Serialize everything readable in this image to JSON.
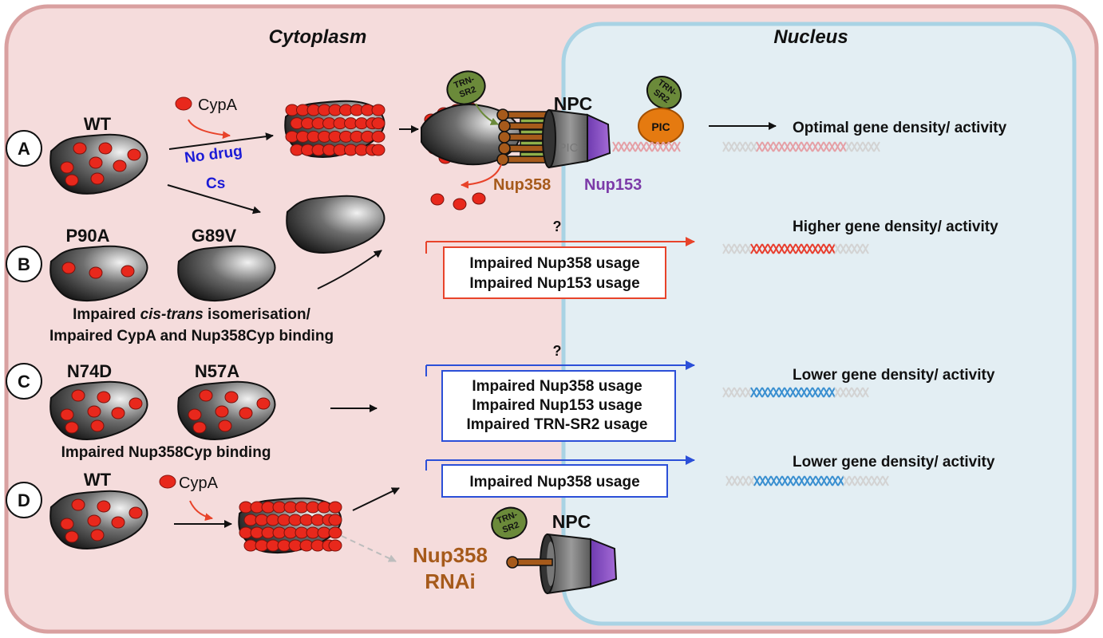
{
  "compartments": {
    "cytoplasm": "Cytoplasm",
    "nucleus": "Nucleus"
  },
  "rows": {
    "a": "A",
    "b": "B",
    "c": "C",
    "d": "D"
  },
  "capsids": {
    "wt_a": "WT",
    "p90a": "P90A",
    "g89v": "G89V",
    "n74d": "N74D",
    "n57a": "N57A",
    "wt_d": "WT"
  },
  "labels": {
    "cypa_a": "CypA",
    "cypa_d": "CypA",
    "no_drug": "No drug",
    "cs": "Cs",
    "npc_top": "NPC",
    "npc_bottom": "NPC",
    "pic_label": "PIC",
    "pic_nucleus": "PIC",
    "trn_sr2_1": "TRN-",
    "trn_sr2_2": "SR2",
    "nup358": "Nup358",
    "nup153": "Nup153",
    "nup358_rnai_1": "Nup358",
    "nup358_rnai_2": "RNAi",
    "question_b": "?",
    "question_c": "?"
  },
  "captions": {
    "b_line1_pre": "Impaired ",
    "b_line1_ital": "cis-trans",
    "b_line1_post": " isomerisation/",
    "b_line2": "Impaired CypA and Nup358Cyp binding",
    "c": "Impaired Nup358Cyp binding"
  },
  "boxes": {
    "b": [
      "Impaired Nup358 usage",
      "Impaired Nup153 usage"
    ],
    "c": [
      "Impaired Nup358 usage",
      "Impaired Nup153 usage",
      "Impaired TRN-SR2 usage"
    ],
    "d": [
      "Impaired Nup358 usage"
    ]
  },
  "outcomes": {
    "a": "Optimal gene density/ activity",
    "b": "Higher gene density/ activity",
    "c": "Lower gene density/ activity",
    "d": "Lower gene density/ activity"
  },
  "colors": {
    "cytoplasm_fill": "#f5dcdc",
    "cytoplasm_border": "#d9a0a0",
    "nucleus_fill": "#e3eef3",
    "nucleus_border": "#a9d3e4",
    "cypa": "#e8281c",
    "red_arrow": "#e8432a",
    "blue_arrow": "#2b4fd8",
    "drug_text": "#1b1bd6",
    "nup358": "#a65a1b",
    "nup153": "#7c3ba8",
    "trn_sr2": "#6b8a3a",
    "pic": "#e57a10",
    "dna_faint": "#d3d3d3",
    "dna_pink": "#e5a0a6",
    "dna_red": "#e83e2e",
    "dna_blue": "#3a8fd0"
  }
}
